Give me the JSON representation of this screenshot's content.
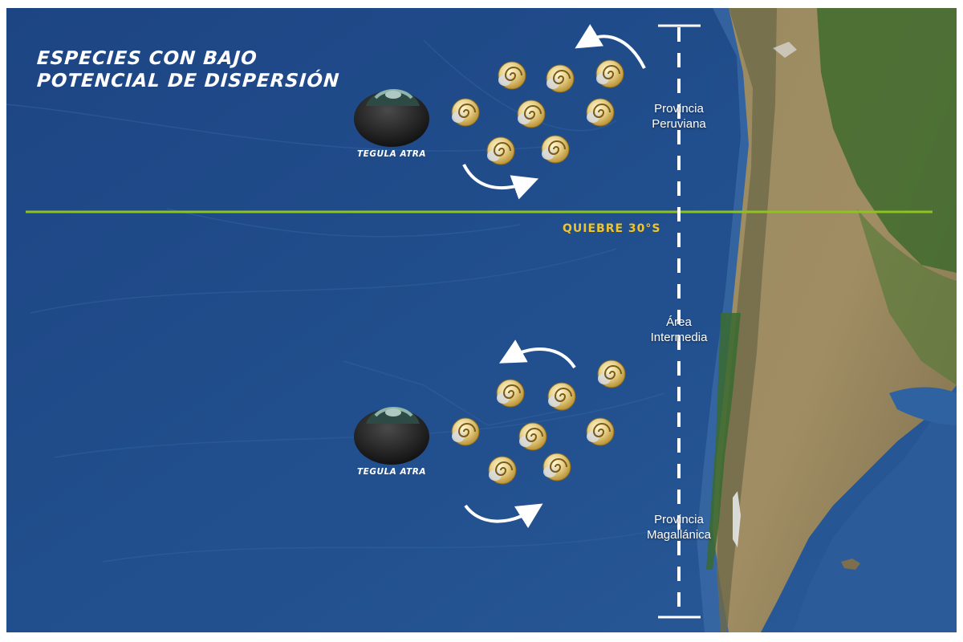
{
  "title": {
    "line1": "ESPECIES CON BAJO",
    "line2": "POTENCIAL DE DISPERSIÓN"
  },
  "species": {
    "north_label": "TEGULA ATRA",
    "south_label": "TEGULA ATRA"
  },
  "break_line": {
    "label": "QUIEBRE 30°S",
    "color": "#8dc21f"
  },
  "regions": {
    "north_line1": "Provincia",
    "north_line2": "Peruviana",
    "middle_line1": "Área",
    "middle_line2": "Intermedia",
    "south_line1": "Provincia",
    "south_line2": "Magallánica"
  },
  "colors": {
    "ocean": "#1f4a86",
    "land": "#8a7a52",
    "vegetation": "#3f6b2e",
    "label_gold": "#f0c52a"
  }
}
